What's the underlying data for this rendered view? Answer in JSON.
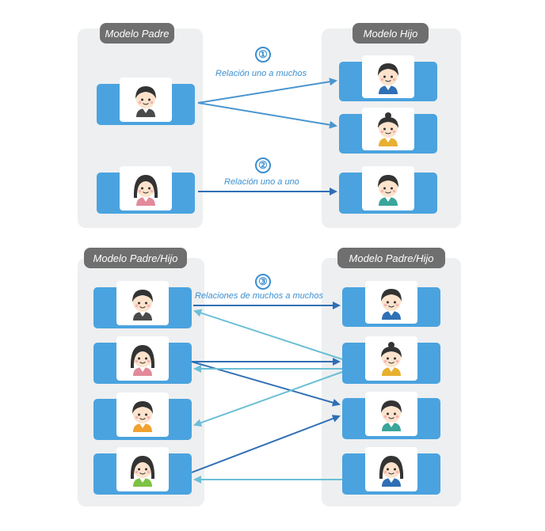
{
  "colors": {
    "panel": "#eeeff0",
    "tag": "#6f6f6f",
    "card": "#4aa3df",
    "arrow_dark": "#2f6fb5",
    "arrow_light": "#6bbfd6",
    "label": "#3b8fd1"
  },
  "top": {
    "parent_title": "Modelo Padre",
    "child_title": "Modelo Hijo",
    "rel1_number": "①",
    "rel1_label": "Relación uno a muchos",
    "rel2_number": "②",
    "rel2_label": "Relación uno a uno"
  },
  "bottom": {
    "left_title": "Modelo Padre/Hijo",
    "right_title": "Modelo Padre/Hijo",
    "rel3_number": "③",
    "rel3_label": "Relaciones de muchos a muchos"
  },
  "avatars": {
    "parent_1": "man-dark-suit-avatar-icon",
    "parent_2": "woman-pink-avatar-icon",
    "child_1": "man-blue-avatar-icon",
    "child_2": "woman-bun-yellow-avatar-icon",
    "child_3": "man-teal-avatar-icon",
    "left_1": "man-dark-suit-avatar-icon",
    "left_2": "woman-pink-avatar-icon",
    "left_3": "man-orange-avatar-icon",
    "left_4": "woman-green-avatar-icon",
    "right_1": "man-blue-avatar-icon",
    "right_2": "woman-bun-yellow-avatar-icon",
    "right_3": "man-teal-avatar-icon",
    "right_4": "woman-blue-avatar-icon"
  }
}
